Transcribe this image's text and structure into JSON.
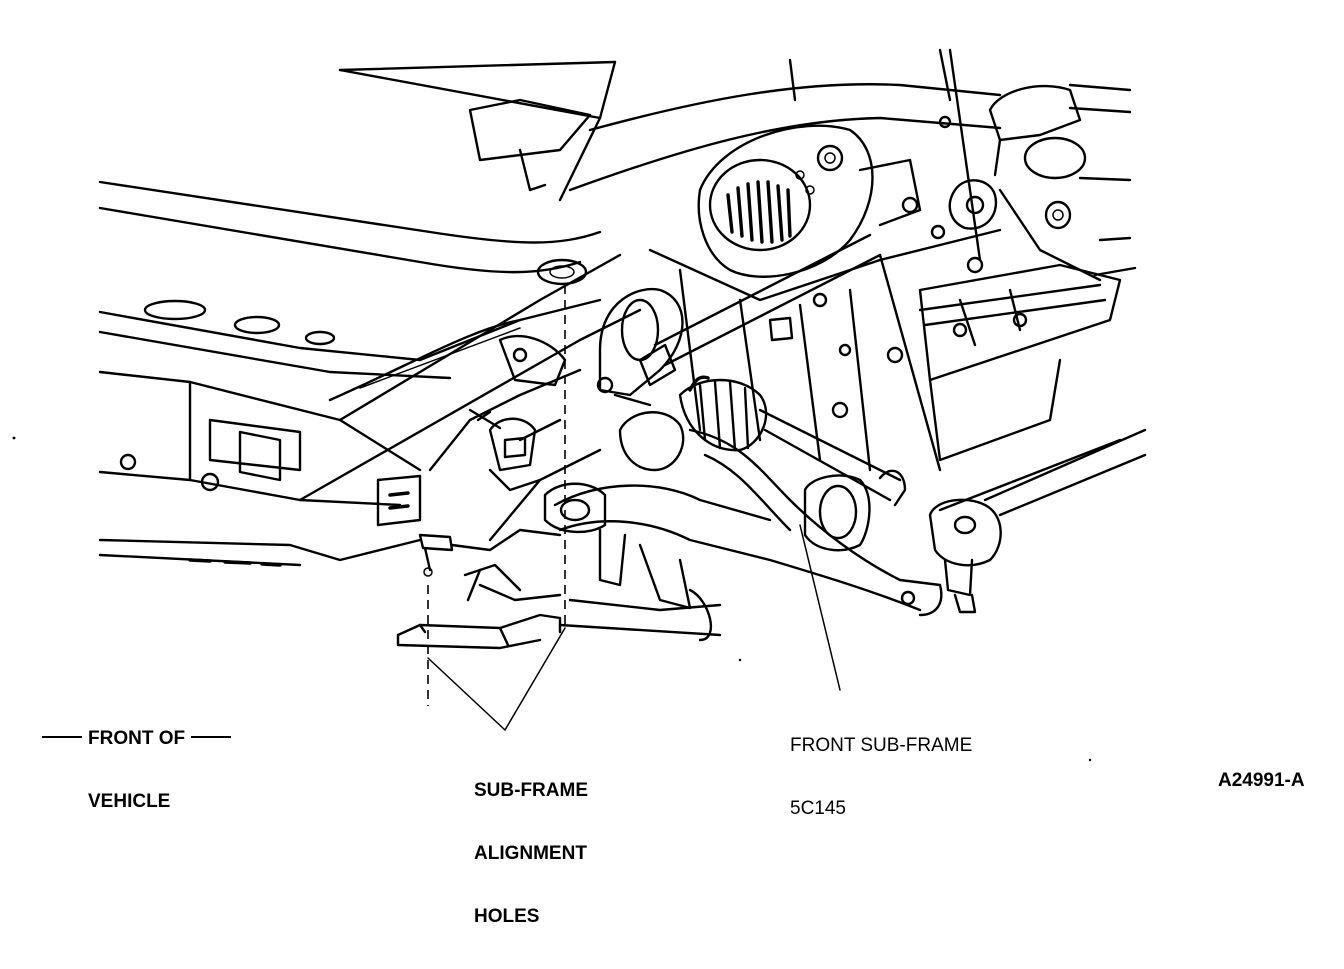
{
  "figure_id": "A24991-A",
  "callouts": {
    "front_of_vehicle": [
      "FRONT OF",
      "VEHICLE"
    ],
    "alignment_holes": [
      "SUB-FRAME",
      "ALIGNMENT",
      "HOLES"
    ],
    "front_sub_frame": [
      "FRONT SUB-FRAME",
      "5C145"
    ]
  }
}
